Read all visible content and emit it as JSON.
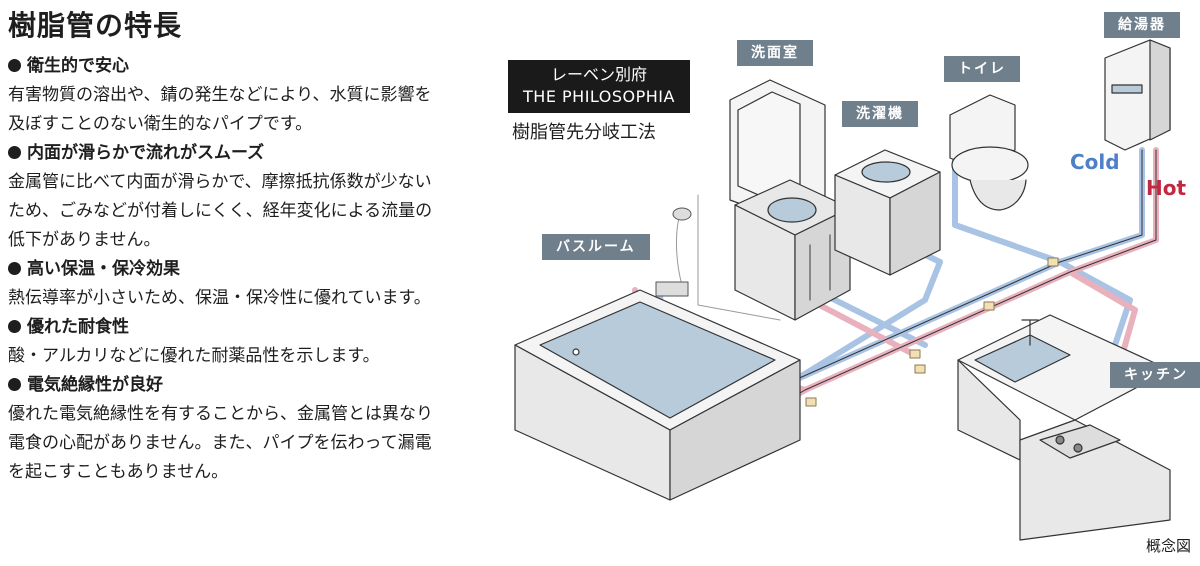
{
  "heading": "樹脂管の特長",
  "features": [
    {
      "title": "衛生的で安心",
      "body": "有害物質の溶出や、錆の発生などにより、水質に影響を及ぼすことのない衛生的なパイプです。"
    },
    {
      "title": "内面が滑らかで流れがスムーズ",
      "body": "金属管に比べて内面が滑らかで、摩擦抵抗係数が少ないため、ごみなどが付着しにくく、経年変化による流量の低下がありません。"
    },
    {
      "title": "高い保温・保冷効果",
      "body": "熱伝導率が小さいため、保温・保冷性に優れています。"
    },
    {
      "title": "優れた耐食性",
      "body": "酸・アルカリなどに優れた耐薬品性を示します。"
    },
    {
      "title": "電気絶縁性が良好",
      "body": "優れた電気絶縁性を有することから、金属管とは異なり電食の心配がありません。また、パイプを伝わって漏電を起こすこともありません。"
    }
  ],
  "diagram": {
    "brand_name": "レーベン別府",
    "brand_sub": "THE PHILOSOPHIA",
    "method": "樹脂管先分岐工法",
    "labels": {
      "washroom": "洗面室",
      "washer": "洗濯機",
      "toilet": "トイレ",
      "water_heater": "給湯器",
      "bathroom": "バスルーム",
      "kitchen": "キッチン"
    },
    "cold_label": "Cold",
    "hot_label": "Hot",
    "note": "概念図"
  },
  "colors": {
    "cold": "#4f7fc8",
    "hot": "#c2283f",
    "cold_pipe": "#a9c3e4",
    "hot_pipe": "#e8b1bd",
    "tag_bg": "#6f7f8c"
  }
}
